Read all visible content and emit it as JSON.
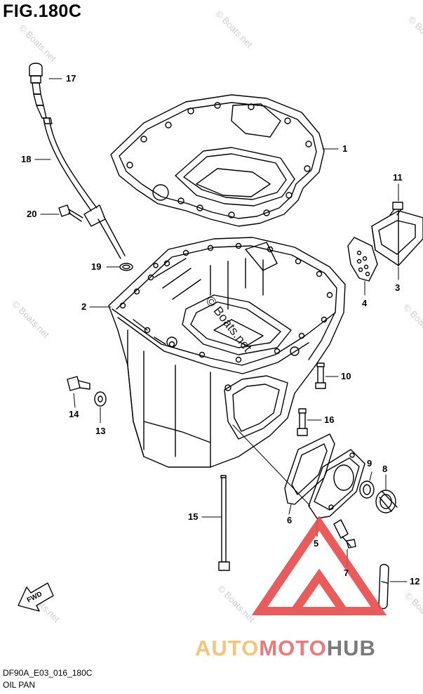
{
  "figure": {
    "title": "FIG.180C",
    "code": "DF90A_E03_016_180C",
    "caption": "OIL PAN"
  },
  "watermark": {
    "text": "© Boats.net",
    "center_text": "© Boats.net"
  },
  "fwd_label": "FWD",
  "brand": {
    "part1": "AUTO",
    "part2": "MOTO",
    "part3": "HUB"
  },
  "callouts": [
    {
      "id": "1",
      "label": "1"
    },
    {
      "id": "2",
      "label": "2"
    },
    {
      "id": "3",
      "label": "3"
    },
    {
      "id": "4",
      "label": "4"
    },
    {
      "id": "5",
      "label": "5"
    },
    {
      "id": "6",
      "label": "6"
    },
    {
      "id": "7",
      "label": "7"
    },
    {
      "id": "8",
      "label": "8"
    },
    {
      "id": "9",
      "label": "9"
    },
    {
      "id": "10",
      "label": "10"
    },
    {
      "id": "11",
      "label": "11"
    },
    {
      "id": "12",
      "label": "12"
    },
    {
      "id": "13",
      "label": "13"
    },
    {
      "id": "14",
      "label": "14"
    },
    {
      "id": "15",
      "label": "15"
    },
    {
      "id": "16",
      "label": "16"
    },
    {
      "id": "17",
      "label": "17"
    },
    {
      "id": "18",
      "label": "18"
    },
    {
      "id": "19",
      "label": "19"
    },
    {
      "id": "20",
      "label": "20"
    }
  ],
  "colors": {
    "line": "#000000",
    "watermark": "#cfcfcf",
    "logo_red": "#e84a4a"
  }
}
